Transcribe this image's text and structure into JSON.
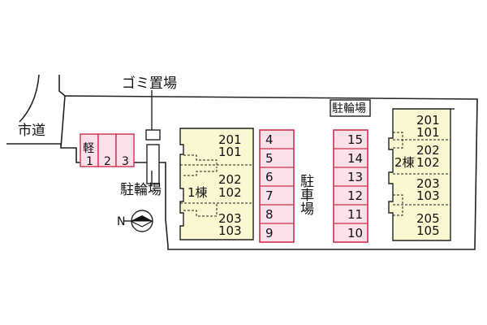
{
  "labels": {
    "city_road": "市道",
    "garbage": "ゴミ置場",
    "bike_parking_top": "駐輪場",
    "bike_parking_left": "駐輪場",
    "parking": "駐車場",
    "kei": "軽"
  },
  "buildings": [
    {
      "name": "1棟",
      "units": [
        {
          "upper": "201",
          "lower": "101"
        },
        {
          "upper": "202",
          "lower": "102"
        },
        {
          "upper": "203",
          "lower": "103"
        }
      ]
    },
    {
      "name": "2棟",
      "units": [
        {
          "upper": "201",
          "lower": "101"
        },
        {
          "upper": "202",
          "lower": "102"
        },
        {
          "upper": "203",
          "lower": "103"
        },
        {
          "upper": "205",
          "lower": "105"
        }
      ]
    }
  ],
  "parking_left": [
    "4",
    "5",
    "6",
    "7",
    "8",
    "9"
  ],
  "parking_right": [
    "15",
    "14",
    "13",
    "12",
    "11",
    "10"
  ],
  "small_parking": [
    "1",
    "2",
    "3"
  ],
  "compass": "N",
  "colors": {
    "building_fill": "#fbf7d0",
    "parking_fill": "#fde1ea",
    "parking_stroke": "#d0304e",
    "lot_stroke": "#222222"
  }
}
